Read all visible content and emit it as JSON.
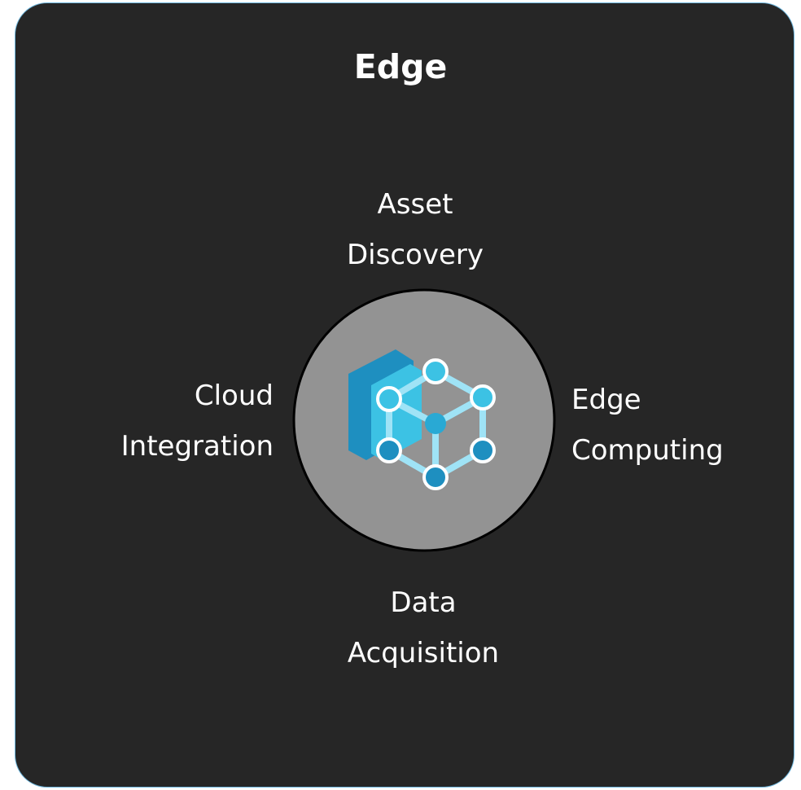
{
  "diagram": {
    "title": "Edge",
    "center_icon": "cube-network-icon",
    "labels": {
      "top": "Asset\nDiscovery",
      "right": "Edge\nComputing",
      "bottom": "Data\nAcquisition",
      "left": "Cloud\nIntegration"
    },
    "colors": {
      "panel_background": "#262626",
      "panel_border": "#6fb7de",
      "hub_fill": "#939393",
      "icon_dark_blue": "#1e8fc0",
      "icon_light_blue": "#3cc2e4"
    }
  }
}
